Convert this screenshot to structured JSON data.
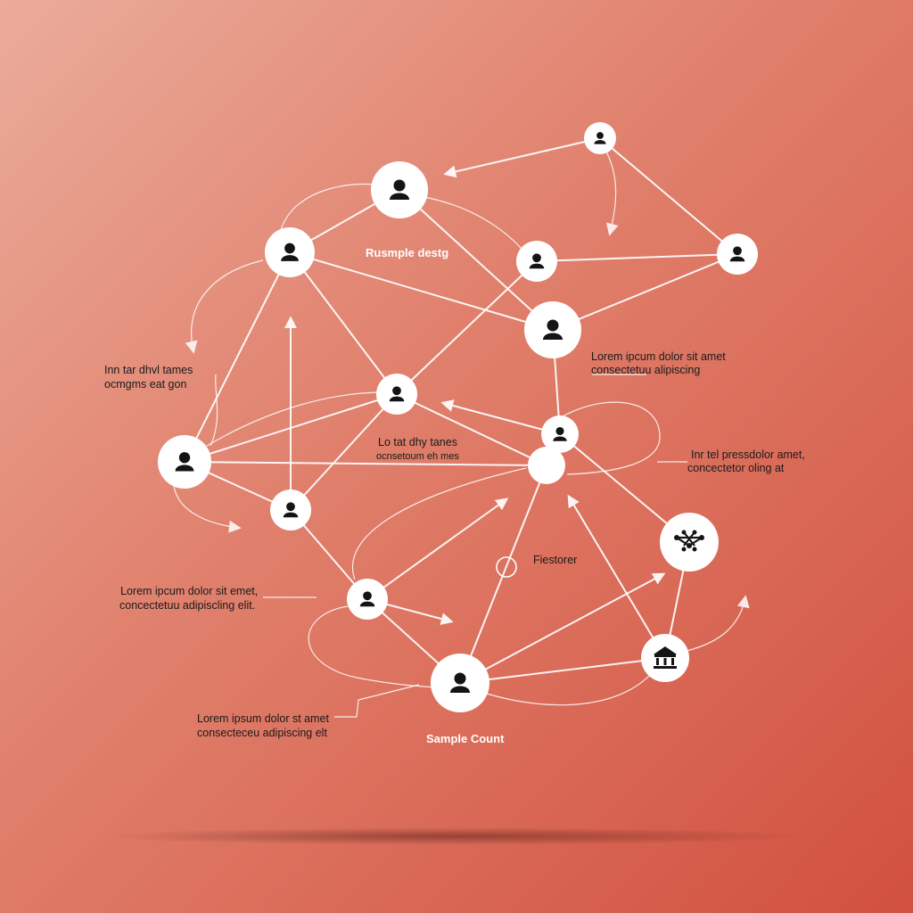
{
  "labels": {
    "title_top": "Rusmple destg",
    "right_upper_1": "Lorem ipcum dolor sit amet",
    "right_upper_2": "consectetuu alipiscing",
    "left_mid_1": "Inn tar dhvl tames",
    "left_mid_2": "ocmgms eat gon",
    "center_1": "Lo tat dhy tanes",
    "center_2": "ocnsetoum eh mes",
    "right_mid_1": "Inr tel pressdolor amet,",
    "right_mid_2": "concectetor oling at",
    "factor": "Fiestorer",
    "left_lower_1": "Lorem ipcum dolor sit emet,",
    "left_lower_2": "concectetuu adipiscling elit.",
    "bottom_left_1": "Lorem ipsum dolor st amet",
    "bottom_left_2": "consecteceu adipiscing elt",
    "bottom_center": "Sample Count"
  },
  "icons": {
    "person": "person-icon",
    "network": "network-icon",
    "building": "building-icon"
  },
  "colors": {
    "background_start": "#ebab9a",
    "background_end": "#d2503f",
    "node": "#ffffff",
    "icon": "#141414",
    "line": "#ffffff"
  }
}
